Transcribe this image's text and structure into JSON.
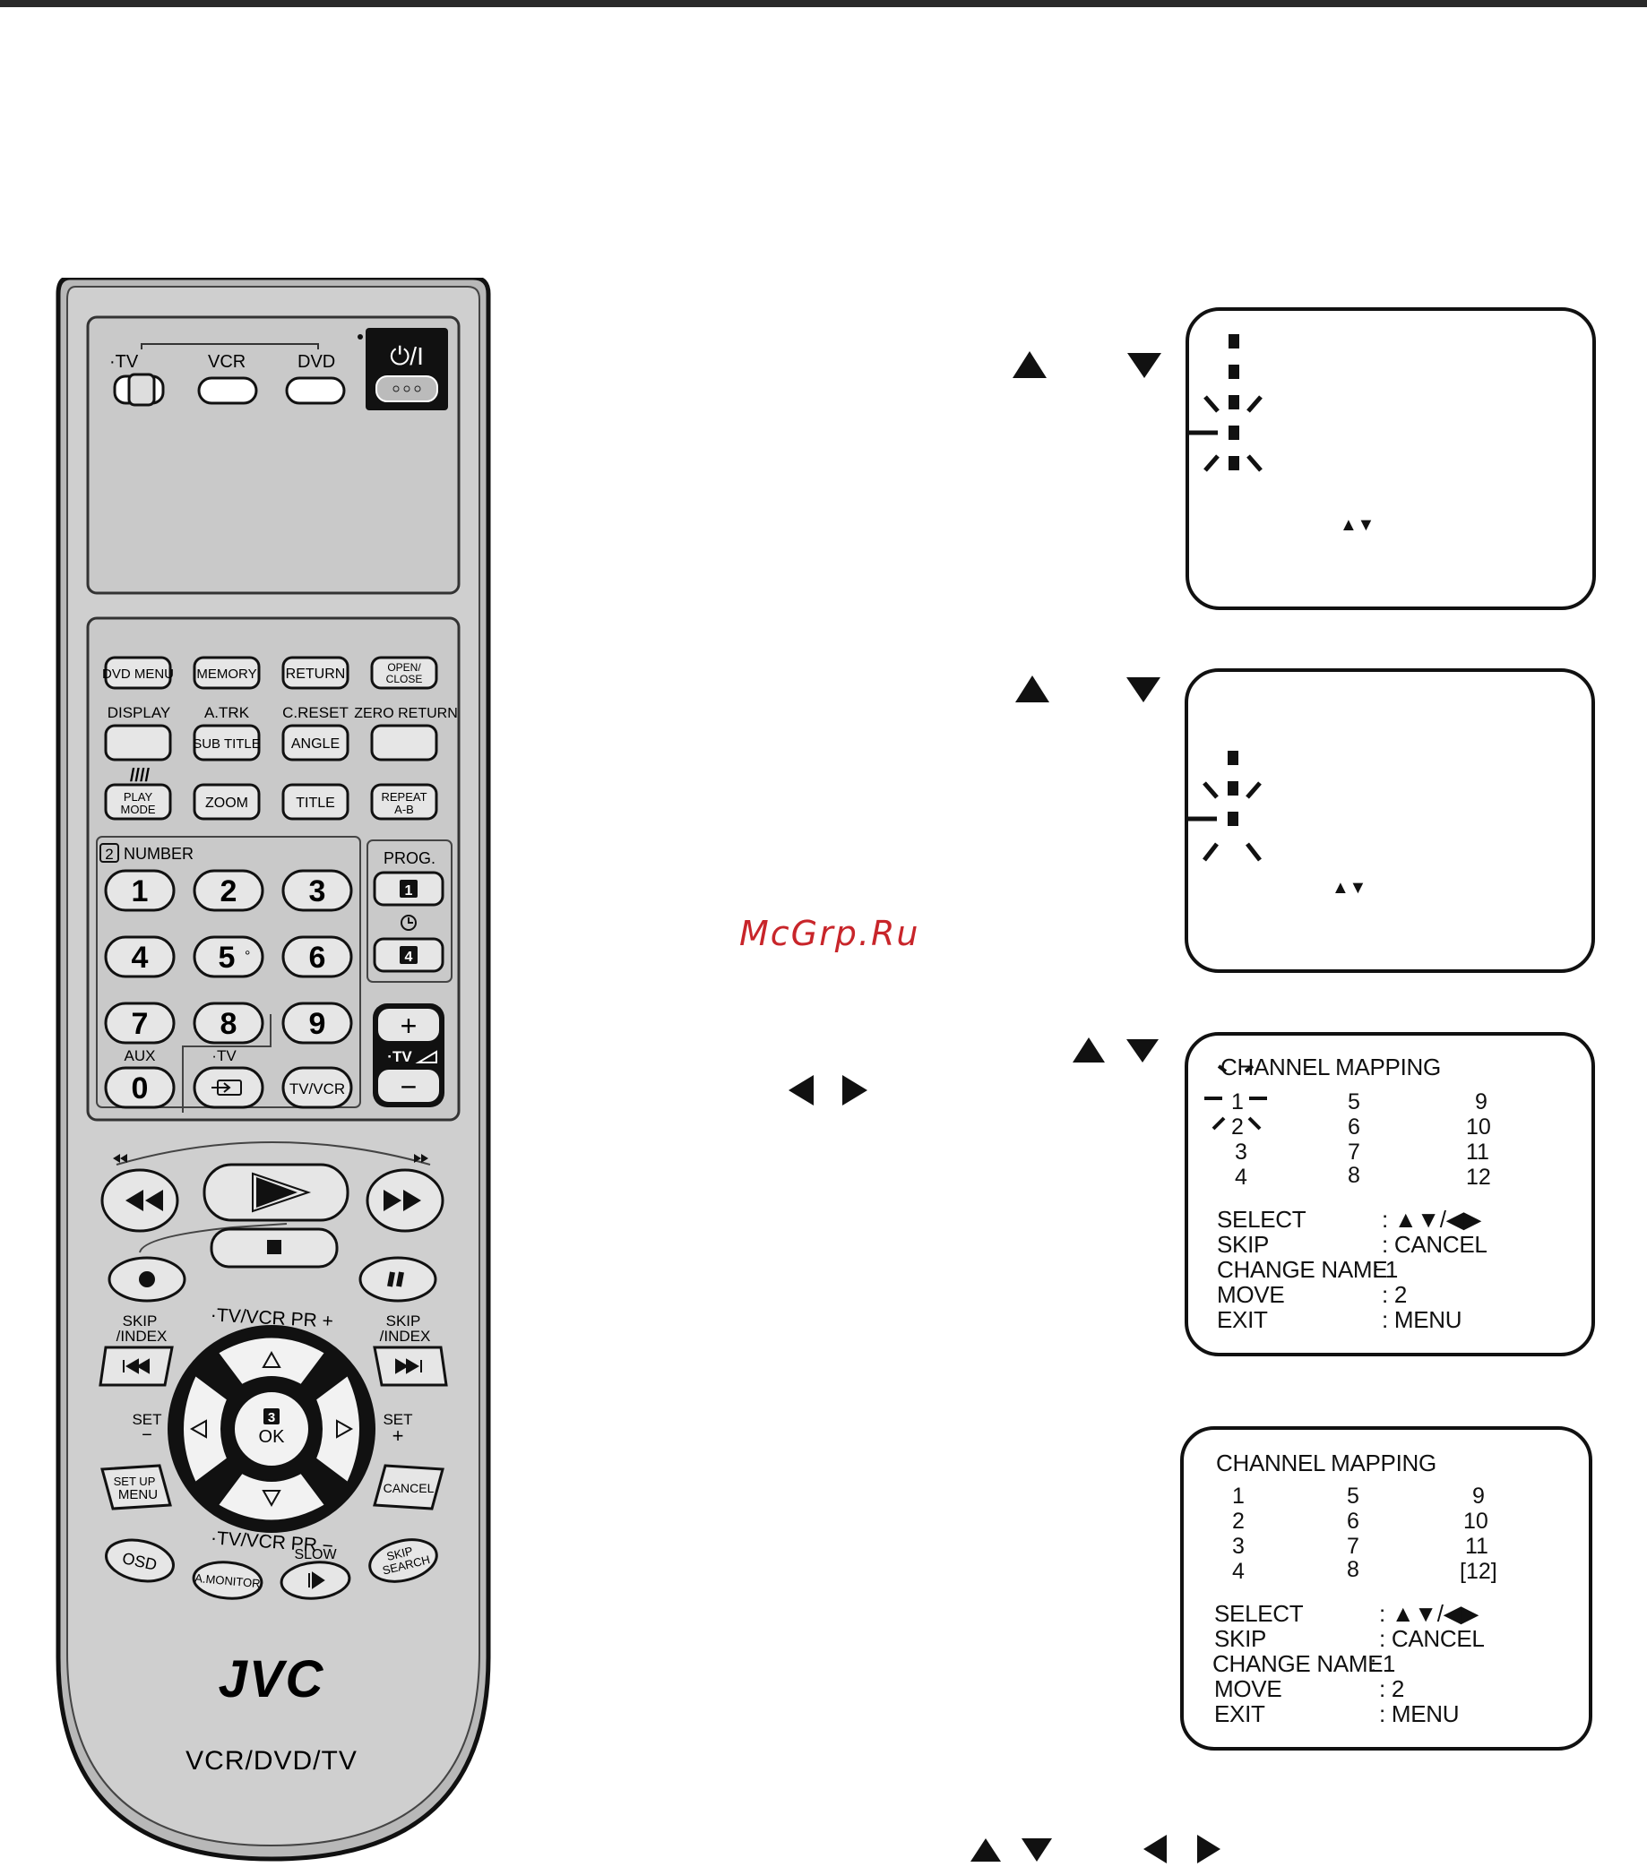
{
  "remote": {
    "mode_labels": {
      "tv": "·TV",
      "vcr": "VCR",
      "dvd": "DVD"
    },
    "power_label": "⏻/I",
    "row1": [
      "DVD MENU",
      "MEMORY",
      "RETURN",
      "OPEN/",
      "CLOSE"
    ],
    "row2_labels": [
      "DISPLAY",
      "A.TRK",
      "C.RESET",
      "ZERO RETURN"
    ],
    "row2_buttons": [
      "SUB TITLE",
      "ANGLE"
    ],
    "play_mode_marks": "////",
    "row3": [
      "PLAY",
      "MODE",
      "ZOOM",
      "TITLE",
      "REPEAT",
      "A-B"
    ],
    "number_label": "NUMBER",
    "number_badge": "2",
    "prog_label": "PROG.",
    "prog_badges": [
      "1",
      "4"
    ],
    "digits": [
      "1",
      "2",
      "3",
      "4",
      "5",
      "6",
      "7",
      "8",
      "9",
      "0"
    ],
    "five_suffix": "°",
    "aux_label": "AUX",
    "input_tv_label": "·TV",
    "tvvcr_button": "TV/VCR",
    "plus": "+",
    "minus": "−",
    "tv_vol_label": "·TV",
    "skip_index": [
      "SKIP",
      "/INDEX"
    ],
    "ring_top": "·TV/VCR PR +",
    "ring_bottom": "·TV/VCR PR −",
    "set_minus": [
      "SET",
      "−"
    ],
    "set_plus": [
      "SET",
      "+"
    ],
    "ok_badge": "3",
    "ok_label": "OK",
    "setup_menu": [
      "SET UP",
      "MENU"
    ],
    "cancel": "CANCEL",
    "osd": "OSD",
    "amonitor": "A.MONITOR",
    "slow": "SLOW",
    "skip_search": [
      "SKIP",
      "SEARCH"
    ],
    "brand": "JVC",
    "model": "VCR/DVD/TV"
  },
  "watermark": "McGrp.Ru",
  "screens": {
    "mapping_title": "CHANNEL MAPPING",
    "screen3_col1": [
      "1",
      "2",
      "3",
      "4"
    ],
    "screen3_col2": [
      "5",
      "6",
      "7",
      "8"
    ],
    "screen3_col3": [
      "9",
      "10",
      "11",
      "12"
    ],
    "screen4_col1": [
      "1",
      "2",
      "3",
      "4"
    ],
    "screen4_col2": [
      "5",
      "6",
      "7",
      "8"
    ],
    "screen4_col3": [
      "9",
      "10",
      "11",
      "[12]"
    ],
    "legend_keys": [
      "SELECT",
      "SKIP",
      "CHANGE NAME",
      "MOVE",
      "EXIT"
    ],
    "legend_values": [
      ": ▲▼/◀▶",
      ": CANCEL",
      ": 1",
      ": 2",
      ": MENU"
    ],
    "updown_hint": "▲▼"
  }
}
